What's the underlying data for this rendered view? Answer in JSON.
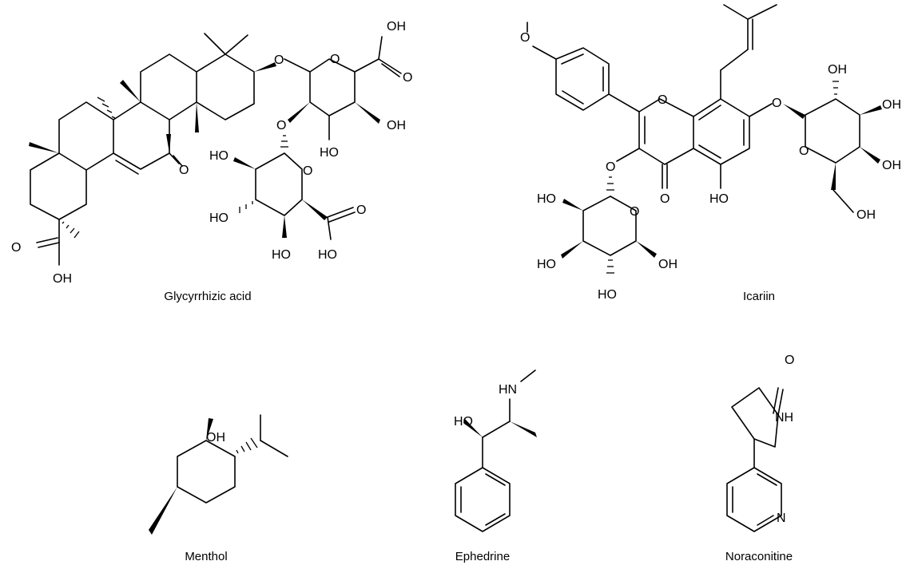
{
  "molecules": [
    {
      "name": "Glycyrrhizic acid"
    },
    {
      "name": "Icariin"
    },
    {
      "name": "Menthol"
    },
    {
      "name": "Ephedrine"
    },
    {
      "name": "Noraconitine"
    }
  ],
  "atom_labels": {
    "O": "O",
    "OH": "OH",
    "HO": "HO",
    "HN": "HN",
    "NH": "NH",
    "N": "N"
  }
}
